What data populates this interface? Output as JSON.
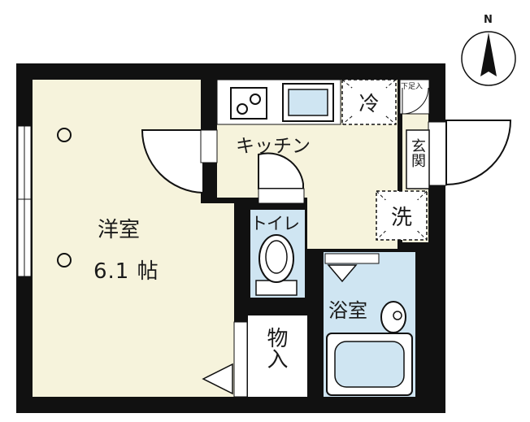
{
  "compass": {
    "north": "N"
  },
  "rooms": {
    "western_room": {
      "name": "洋室",
      "size": "6.1 帖"
    },
    "kitchen": {
      "name": "キッチン"
    },
    "toilet": {
      "name": "トイレ"
    },
    "bathroom": {
      "name": "浴室"
    },
    "storage": {
      "name": "物入"
    },
    "entrance": {
      "name": "玄関"
    },
    "shoe_rack": {
      "name": "下足入"
    }
  },
  "fixtures": {
    "refrigerator": "冷",
    "washer": "洗"
  },
  "colors": {
    "wall": "#111111",
    "room_floor": "#f6f3dc",
    "wet_area": "#cfe5f2",
    "white": "#ffffff"
  }
}
